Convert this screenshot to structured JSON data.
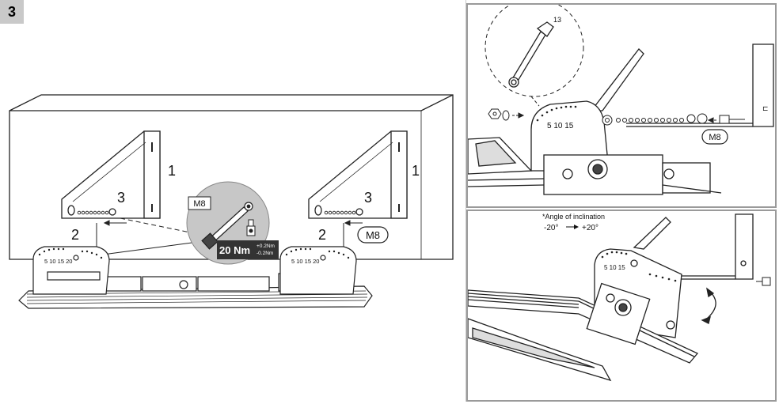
{
  "step": {
    "number": "3"
  },
  "main": {
    "left_bracket": {
      "callout_1": "1",
      "callout_2": "2",
      "callout_3": "3"
    },
    "right_bracket": {
      "callout_1": "1",
      "callout_2": "2",
      "callout_3": "3",
      "bolt_label": "M8"
    },
    "detail": {
      "bolt_label": "M8",
      "torque_value": "20 Nm",
      "torque_plus": "+0.2Nm",
      "torque_minus": "-0.2Nm"
    },
    "scale_marks": "5 10 15 20"
  },
  "top_right": {
    "wrench_size": "13",
    "bolt_label": "M8",
    "scale_marks": "5 10 15"
  },
  "bottom_right": {
    "angle_title": "*Angle of inclination",
    "angle_from": "-20°",
    "angle_to": "+20°",
    "scale_marks": "5 10 15"
  }
}
